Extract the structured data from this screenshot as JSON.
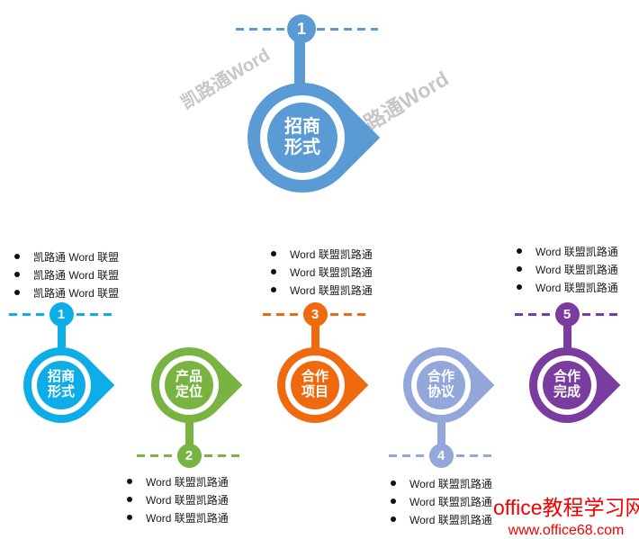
{
  "watermark": {
    "text": "凯路通Word",
    "color": "#C7C7C7"
  },
  "hero": {
    "number": "1",
    "label": [
      "招商",
      "形式"
    ],
    "color": "#5B9BD5"
  },
  "steps": [
    {
      "number": "1",
      "label": [
        "招商",
        "形式"
      ],
      "color": "#0FADE8",
      "badge_position": "top",
      "bullets": [
        "凯路通 Word 联盟",
        "凯路通 Word 联盟",
        "凯路通 Word 联盟"
      ]
    },
    {
      "number": "2",
      "label": [
        "产品",
        "定位"
      ],
      "color": "#79B342",
      "badge_position": "bottom",
      "bullets": [
        "Word 联盟凯路通",
        "Word 联盟凯路通",
        "Word 联盟凯路通"
      ]
    },
    {
      "number": "3",
      "label": [
        "合作",
        "项目"
      ],
      "color": "#EF6A0E",
      "badge_position": "top",
      "bullets": [
        "Word 联盟凯路通",
        "Word 联盟凯路通",
        "Word 联盟凯路通"
      ]
    },
    {
      "number": "4",
      "label": [
        "合作",
        "协议"
      ],
      "color": "#93A7DA",
      "badge_position": "bottom",
      "bullets": [
        "Word 联盟凯路通",
        "Word 联盟凯路通",
        "Word 联盟凯路通"
      ]
    },
    {
      "number": "5",
      "label": [
        "合作",
        "完成"
      ],
      "color": "#7A3C9F",
      "badge_position": "top",
      "bullets": [
        "Word 联盟凯路通",
        "Word 联盟凯路通",
        "Word 联盟凯路通"
      ]
    }
  ],
  "site": {
    "name": "office教程学习网",
    "url": "www.office68.com",
    "color": "#F20000"
  }
}
